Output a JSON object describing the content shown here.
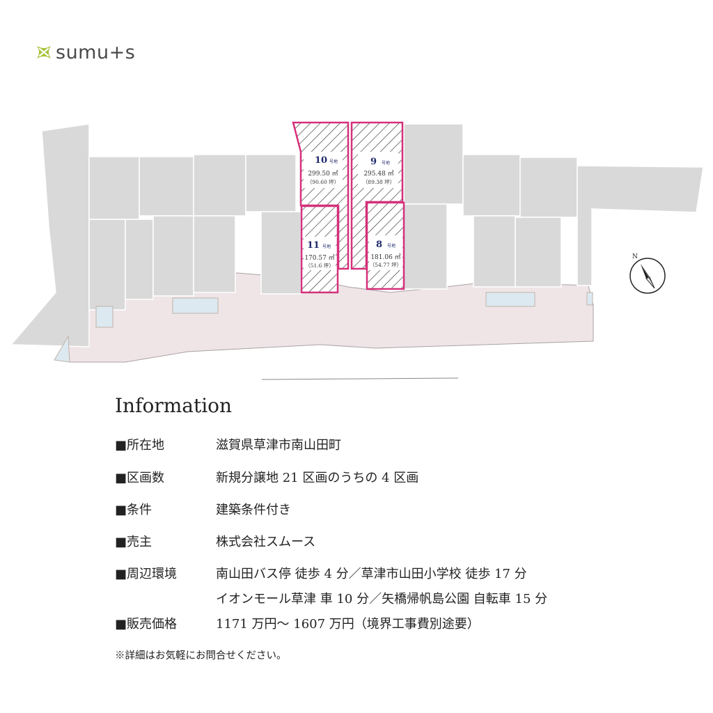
{
  "brand": {
    "name": "sumu+s",
    "accent": "#a8c33a"
  },
  "lots": [
    {
      "number": "10",
      "suffix": "号地",
      "area": "299.50 ㎡",
      "tsubo": "（90.60 坪）"
    },
    {
      "number": "9",
      "suffix": "号地",
      "area": "295.48 ㎡",
      "tsubo": "（89.38 坪）"
    },
    {
      "number": "11",
      "suffix": "号地",
      "area": "170.57 ㎡",
      "tsubo": "（51.6 坪）"
    },
    {
      "number": "8",
      "suffix": "号地",
      "area": "181.06 ㎡",
      "tsubo": "（54.77 坪）"
    }
  ],
  "compass": {
    "north_label": "N",
    "icon": "compass-icon"
  },
  "colors": {
    "lot_border": "#d6307b",
    "lot_number": "#1f2a6b",
    "parcel_fill": "#d9d9da",
    "road_fill": "#efe5e7",
    "water": "#dde9f1"
  },
  "info": {
    "title": "Information",
    "rows": [
      {
        "label": "■所在地",
        "value": "滋賀県草津市南山田町"
      },
      {
        "label": "■区画数",
        "value": "新規分譲地 21 区画のうちの 4 区画"
      },
      {
        "label": "■条件",
        "value": "建築条件付き"
      },
      {
        "label": "■売主",
        "value": "株式会社スムース"
      },
      {
        "label": "■周辺環境",
        "value": "南山田バス停 徒歩 4 分／草津市山田小学校 徒歩 17 分",
        "value2": "イオンモール草津 車 10 分／矢橋帰帆島公園 自転車 15 分"
      },
      {
        "label": "■販売価格",
        "value": "1171 万円～ 1607 万円（境界工事費別途要）"
      }
    ],
    "note": "※詳細はお気軽にお問合せください。"
  }
}
